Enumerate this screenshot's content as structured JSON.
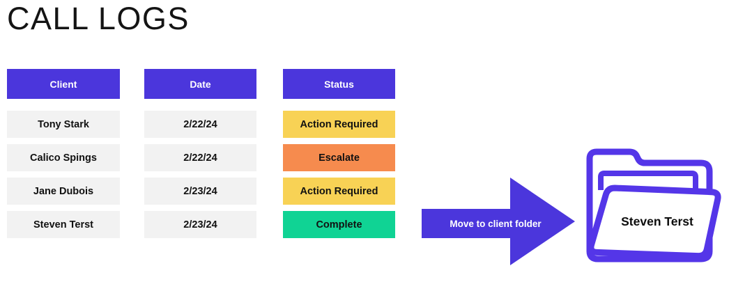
{
  "page": {
    "title": "CALL LOGS"
  },
  "colors": {
    "purple": "#4B36DC",
    "folder": "#5436E8",
    "row": "#F2F2F2",
    "text": "#111111"
  },
  "status_colors": {
    "action-required": "#F8D255",
    "escalate": "#F68B4E",
    "complete": "#10D394"
  },
  "table": {
    "columns": [
      {
        "key": "client",
        "label": "Client"
      },
      {
        "key": "date",
        "label": "Date"
      },
      {
        "key": "status",
        "label": "Status"
      }
    ],
    "rows": [
      {
        "client": "Tony Stark",
        "date": "2/22/24",
        "status": "Action Required",
        "status_type": "action-required"
      },
      {
        "client": "Calico Spings",
        "date": "2/22/24",
        "status": "Escalate",
        "status_type": "escalate"
      },
      {
        "client": "Jane Dubois",
        "date": "2/23/24",
        "status": "Action Required",
        "status_type": "action-required"
      },
      {
        "client": "Steven Terst",
        "date": "2/23/24",
        "status": "Complete",
        "status_type": "complete"
      }
    ]
  },
  "arrow": {
    "label": "Move to client folder",
    "icon": "arrow-right-icon"
  },
  "folder": {
    "label": "Steven Terst",
    "icon": "open-folder-icon"
  }
}
